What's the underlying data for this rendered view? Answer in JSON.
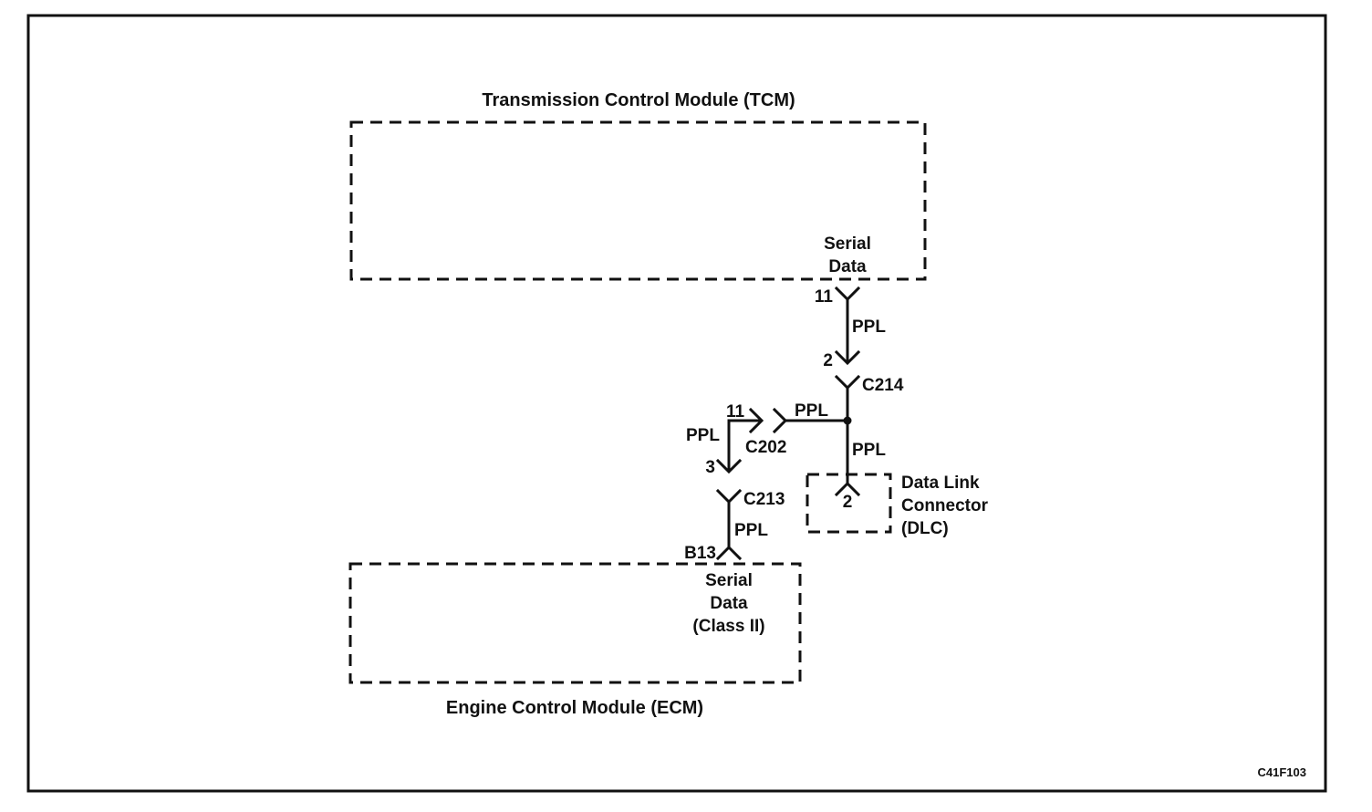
{
  "tcm": {
    "title": "Transmission Control Module (TCM)",
    "signal_line1": "Serial",
    "signal_line2": "Data",
    "pin": "11"
  },
  "wire_tcm_to_c214": {
    "color": "PPL"
  },
  "c214": {
    "name": "C214",
    "pin": "2"
  },
  "wire_c214_to_splice": {
    "color": "PPL"
  },
  "wire_splice_to_c202": {
    "color": "PPL"
  },
  "c202": {
    "name": "C202",
    "pin": "11"
  },
  "wire_c202_to_c213": {
    "color": "PPL"
  },
  "c213": {
    "name": "C213",
    "pin": "3"
  },
  "wire_c213_to_ecm": {
    "color": "PPL"
  },
  "dlc": {
    "line1": "Data Link",
    "line2": "Connector",
    "line3": "(DLC)",
    "pin": "2"
  },
  "ecm": {
    "title": "Engine Control Module (ECM)",
    "pin": "B13",
    "signal_line1": "Serial",
    "signal_line2": "Data",
    "signal_line3": "(Class II)"
  },
  "figure_id": "C41F103"
}
